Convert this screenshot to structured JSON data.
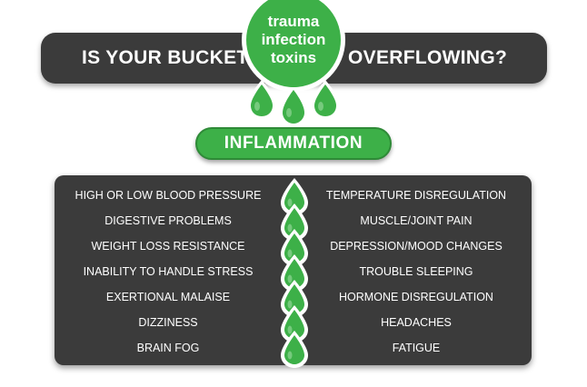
{
  "header": {
    "left_text": "IS YOUR BUCKET",
    "right_text": "OVERFLOWING?"
  },
  "bubble": {
    "lines": [
      "trauma",
      "infection",
      "toxins"
    ]
  },
  "center_label": "INFLAMMATION",
  "symptoms": {
    "left": [
      "HIGH OR LOW BLOOD PRESSURE",
      "DIGESTIVE PROBLEMS",
      "WEIGHT LOSS RESISTANCE",
      "INABILITY TO HANDLE STRESS",
      "EXERTIONAL MALAISE",
      "DIZZINESS",
      "BRAIN FOG"
    ],
    "right": [
      "TEMPERATURE DISREGULATION",
      "MUSCLE/JOINT PAIN",
      "DEPRESSION/MOOD CHANGES",
      "TROUBLE SLEEPING",
      "HORMONE DISREGULATION",
      "HEADACHES",
      "FATIGUE"
    ]
  },
  "colors": {
    "green": "#3db048",
    "dark": "#3b3b3b",
    "text": "#ffffff"
  }
}
